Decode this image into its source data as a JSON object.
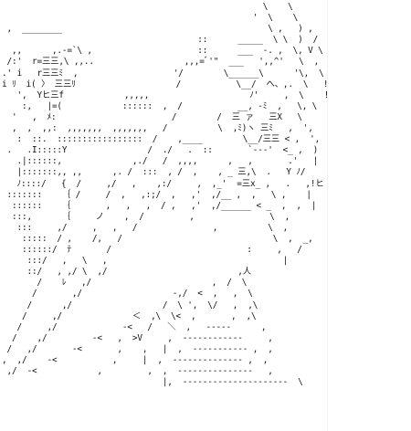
{
  "background_color": "#ffffff",
  "ink_color": "#111111",
  "ascii_art": {
    "lines": [
      "                                                    \\    \\",
      "                                                  '  \\    \\",
      " ,  ________                                         \\ ,   ) ,",
      "                                       ::      _____  \\ \\  )  /",
      "  ,,      ,.-=`\\ ,                     ::      ___  -. ,  \\, V \\  ,",
      " /:'  r=三三,\\ ,,..                  ,,,=ﾞ'\"  ___   ',,^'   \\  ,",
      ".' i   r三三ﾐ  ,                   '/        \\______\\      '\\,  \\",
      "i ﾘ  i( 〉 三三ﾘ                    /           \\__/  へ、,.  \\   !",
      "   ',  Yヒ三f            ,,,,,                    ﾉ'     ,  \\    !",
      "    :,   |=(            ::::::  ,  /           __, -ﾐ  ,   \\, \\   ,",
      "  '   ,  ﾒ:                       /        /  三 ァ   三X   \\",
      "  ,  ,  ,,:  ,,,,,,,  ,,,,,,,   /          \\  ,ﾐ)ヽ 三ﾐ   ,  ',",
      "   :  ::.  :::::::::::::::::  /    ,____        \\__/三三 < ,  ',",
      " .   .I:::::Y                /  ./   .  ::       `---'  <_ ,  )",
      "   .|::::::,              ,./   /  ,,,,      ,   ,       .'   |",
      "   |:::::::,, ,,      ,. /  :::  , /  ,    , _ 三,\\  .   Y ﾉ/",
      "   ﾉ::::/   {  /     ,/   ,    ,:/     ,  ,_'  =三x_ ,   .   ,!ヒ",
      " :::::::    ｛ /     /  ,   ,:;/  ,   ,'  ,/__ ,  ,   \\ ,    |",
      "  ::::::    ｛       ,   ,   ,  / ,   ,'  ,/______ < _  ,  ,  |",
      "  :::,      ｛     ノ    ,  /         ,               \\  ,",
      "   :::     ,/     ,   ,   /               ,          \\  ,",
      "    :::::  / ,    /,   /                              \\  ,  _,",
      "    ::::::/  ﾃ       /                           :     ,   /",
      "     :::/   ,   \\   ,                                   |",
      "     ::/   , ,/ \\  ,/                          ,人",
      "       /    ﾚ   ,/                        ,  /  \\",
      "      /       ,/                  -,/  <  ,   ,  \\",
      "     /      ,/                  /  \\ ',  \\/   ,  ,\\",
      "    /     ,/              ＜  ,\\  \\<  ,       ,  ,\\",
      "   /     ,/             -<   /   ＼  ,   -----      ,",
      "  /    ,/         -<   ,  >V     ,  ------------     ,",
      " /   ,/       -<       ,    ,   |  ,  ----------- ,  ,",
      ",  ,/    -<           ,     |  ,  -------------- ,  ,",
      " ,/  -<            ,         ,  ,  ---------------   ,",
      "                                |,  ---------------------  \\"
    ]
  }
}
